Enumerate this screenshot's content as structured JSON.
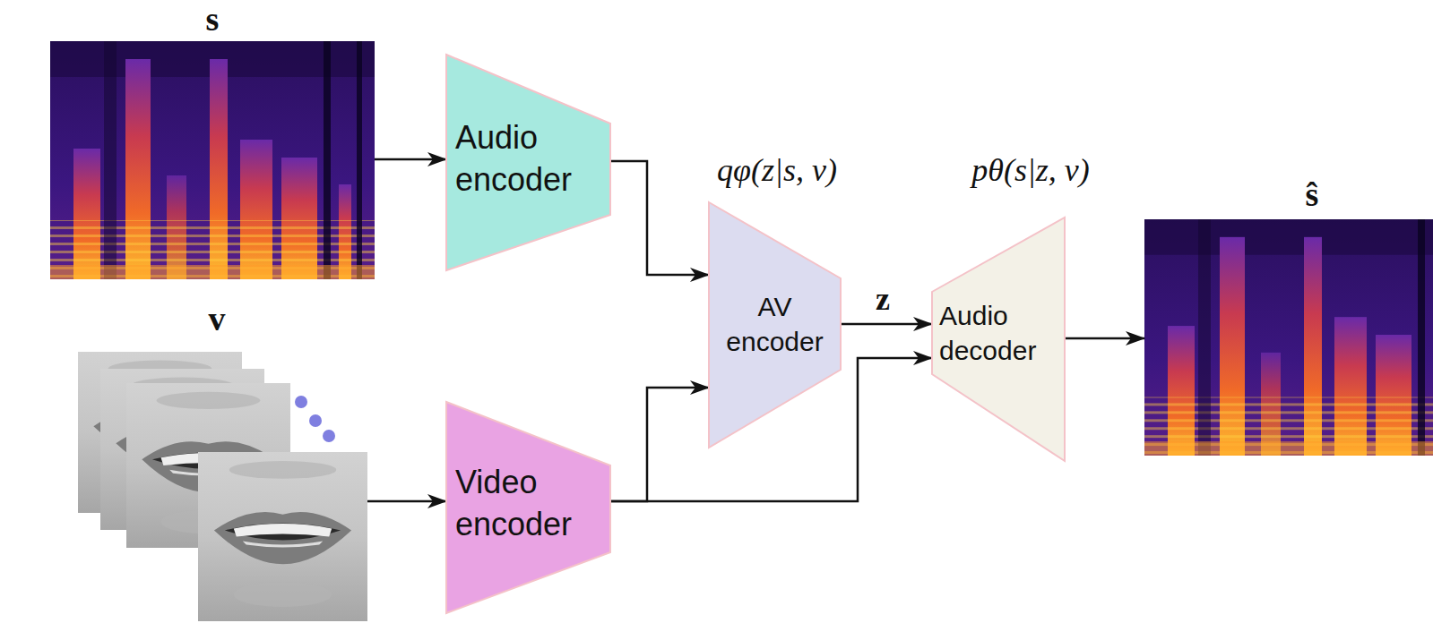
{
  "diagram": {
    "nodes": [
      {
        "text": [
          "s"
        ]
      },
      {
        "text": [
          "Audio encoder"
        ]
      },
      {
        "text": [
          "AV encoder"
        ]
      },
      {
        "text": [
          "Audio decoder"
        ]
      },
      {
        "text": [
          "ŝ"
        ]
      },
      {
        "text": [
          "v"
        ]
      },
      {
        "text": [
          "Video encoder"
        ]
      }
    ],
    "edges": [
      {
        "from": 0,
        "to": 1,
        "arrow": "to"
      },
      {
        "from": 1,
        "to": 2,
        "arrow": "to"
      },
      {
        "from": 2,
        "to": 3,
        "label": "z",
        "arrow": "to"
      },
      {
        "from": 3,
        "to": 4,
        "arrow": "to"
      },
      {
        "from": 5,
        "to": 6,
        "arrow": "to"
      },
      {
        "from": 6,
        "to": 2,
        "arrow": "to"
      },
      {
        "from": 6,
        "to": 3,
        "arrow": "to"
      }
    ],
    "labels": [
      "qφ(z|s, v)",
      "pθ(s|z, v)"
    ]
  }
}
